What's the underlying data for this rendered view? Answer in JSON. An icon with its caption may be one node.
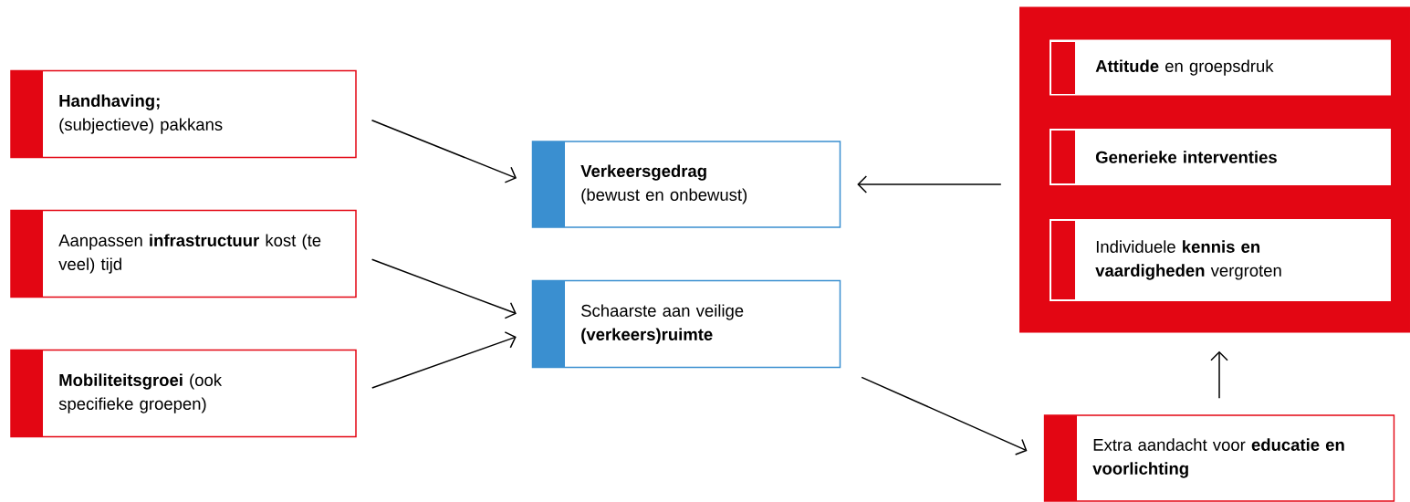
{
  "diagram": {
    "nodes": [
      {
        "text": [
          "Handhaving;",
          "(subjectieve) pakkans"
        ]
      },
      {
        "text": [
          "Aanpassen **infrastructuur** kost (te veel) tijd"
        ]
      },
      {
        "text": [
          "**Mobiliteitsgroei** (ook specifieke groepen)"
        ]
      },
      {
        "text": [
          "Verkeersgedrag",
          "(bewust en onbewust)"
        ]
      },
      {
        "text": [
          "Schaarste aan veilige **(verkeers)ruimte**"
        ]
      },
      {
        "text": [],
        "shape": "box"
      },
      {
        "text": [
          "**Attitude** en groepsdruk"
        ],
        "in": 5
      },
      {
        "text": [
          "Generieke interventies"
        ],
        "in": 5
      },
      {
        "text": [
          "Individuele **kennis en vaardigheden** vergroten"
        ],
        "in": 5
      },
      {
        "text": [
          "Extra aandacht voor **educatie en voorlichting**"
        ]
      }
    ],
    "edges": [
      {
        "from": 0,
        "to": 3,
        "arrow": "to"
      },
      {
        "from": 1,
        "to": 4,
        "arrow": "to"
      },
      {
        "from": 2,
        "to": 4,
        "arrow": "to"
      },
      {
        "from": 5,
        "to": 3,
        "arrow": "to"
      },
      {
        "from": 4,
        "to": 9,
        "arrow": "to"
      },
      {
        "from": 9,
        "to": 5,
        "arrow": "to"
      }
    ]
  }
}
